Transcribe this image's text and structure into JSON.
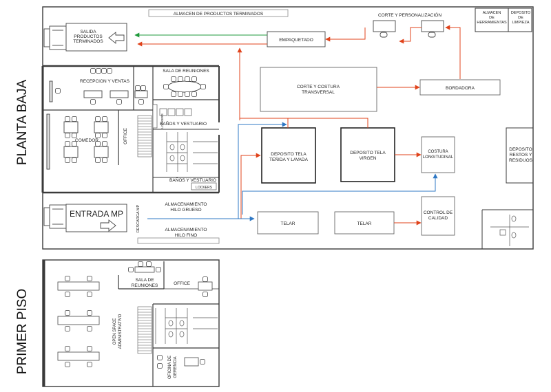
{
  "side_titles": {
    "ground": "PLANTA BAJA",
    "first": "PRIMER PISO"
  },
  "ground_floor": {
    "finished_goods_store": "ALMACEN DE PRODUCTOS TERMINADOS",
    "tools_store": [
      "ALMACEN",
      "DE",
      "HERRAMIENTAS"
    ],
    "cleaning_store": [
      "DEPOSITO",
      "DE",
      "LIMPIEZA"
    ],
    "cut_personalization": "CORTE Y PERSONALIZACIÓN",
    "packaging": "EMPAQUETADO",
    "finished_exit": [
      "SALIDA",
      "PRODUCTOS",
      "TERMINADOS"
    ],
    "reception_sales": "RECEPCION Y VENTAS",
    "meeting_room": "SALA DE REUNIONES",
    "cross_cut_sew": [
      "CORTE Y COSTURA",
      "TRANSVERSAL"
    ],
    "embroidery": "BORDADORA",
    "dining": "COMEDOR",
    "office": "OFFICE",
    "lockers_1": "LOCKERS",
    "baths_1": "BAÑOS Y VESTUARIO",
    "dyed_fabric": [
      "DEPOSITO TELA",
      "TEÑIDA Y LAVADA"
    ],
    "virgin_fabric": [
      "DEPOSITO TELA",
      "VIRGEN"
    ],
    "long_seam": [
      "COSTURA",
      "LONGITUDINAL"
    ],
    "waste_store": [
      "DEPOSITO",
      "RESTOS Y",
      "RESIDUOS"
    ],
    "baths_2": "BAÑOS Y VESTUARIO",
    "lockers_2": "LOCKERS",
    "mp_entry": "ENTRADA MP",
    "mp_unload": "DESCARGA MP",
    "coarse_yarn": [
      "ALMACENAMIENTO",
      "HILO GRUESO"
    ],
    "fine_yarn": [
      "ALMACENAMIENTO",
      "HILO FINO"
    ],
    "loom_1": "TELAR",
    "loom_2": "TELAR",
    "quality": [
      "CONTROL DE",
      "CALIDAD"
    ]
  },
  "first_floor": {
    "meeting_room": [
      "SALA DE",
      "REUNIONES"
    ],
    "office": "OFFICE",
    "open_space": [
      "OPEN SPACE",
      "ADMINISTRATIVO"
    ],
    "management": [
      "OFICINA DE",
      "GERENCIA"
    ]
  },
  "colors": {
    "walls": "#3a3a3a",
    "thin_lines": "#888888",
    "flow_main": "#e0431b",
    "flow_raw": "#2f78c4",
    "flow_exit": "#1f9a3b"
  }
}
